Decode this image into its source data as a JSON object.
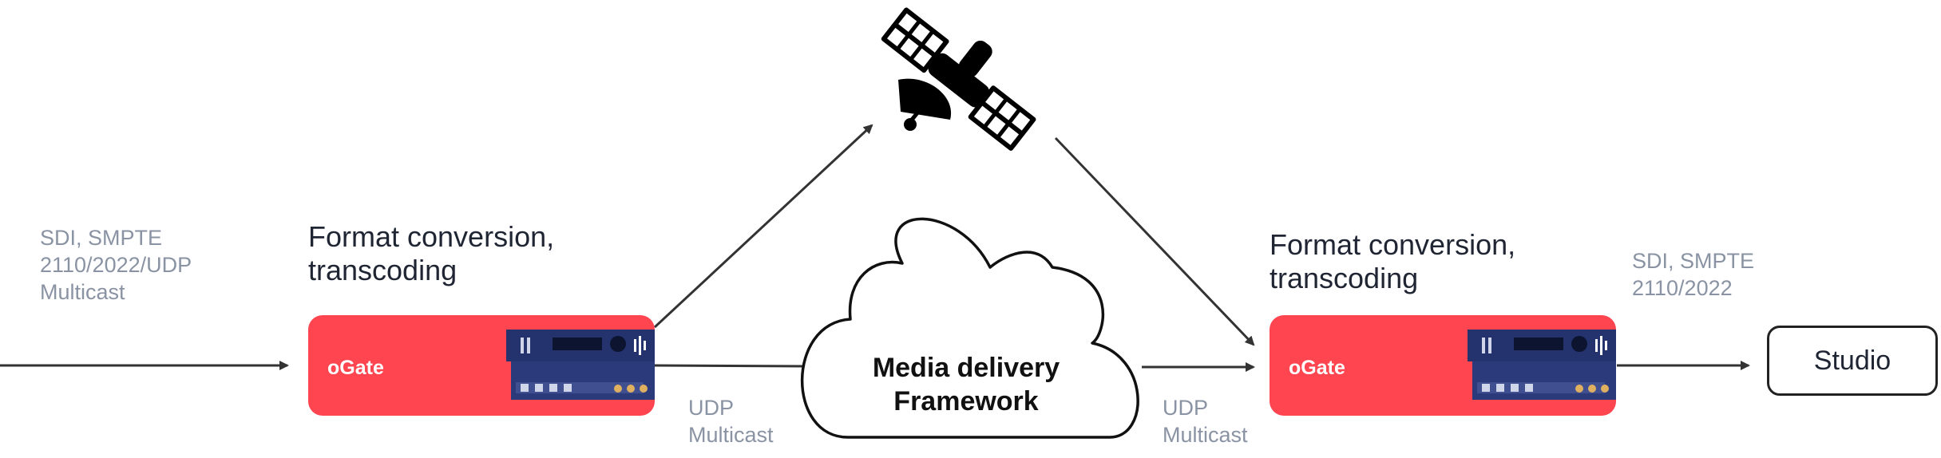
{
  "input_label": "SDI, SMPTE\n2110/2022/UDP\nMulticast",
  "left_node": {
    "title": "Format conversion,\ntranscoding",
    "device_label": "oGate",
    "output_label": "UDP\nMulticast"
  },
  "cloud": {
    "label": "Media delivery\nFramework"
  },
  "right_node": {
    "title": "Format conversion,\ntranscoding",
    "device_label": "oGate",
    "cloud_output_label": "UDP\nMulticast",
    "output_label": "SDI, SMPTE\n2110/2022"
  },
  "studio": {
    "label": "Studio"
  },
  "icons": {
    "satellite": "satellite-icon",
    "cloud": "cloud-icon",
    "device": "ogate-device-icon"
  },
  "colors": {
    "accent": "#ff4550",
    "device": "#2a3a7a",
    "line": "#333333",
    "muted_text": "#8a93a3"
  }
}
